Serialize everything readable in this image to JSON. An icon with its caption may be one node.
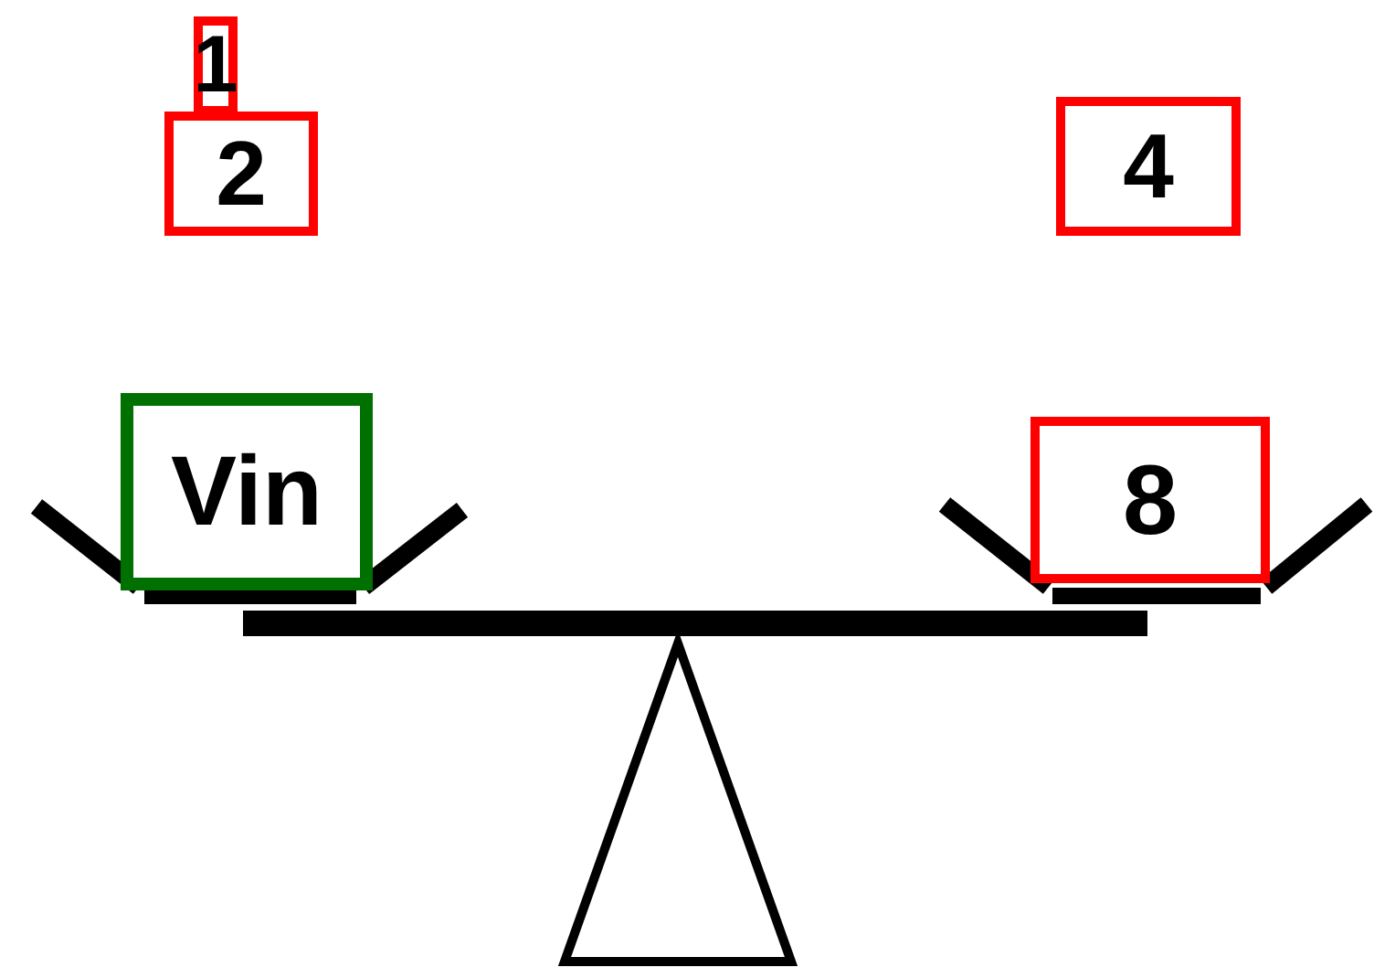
{
  "diagram": {
    "nodes": [
      {
        "text": [
          "1"
        ]
      },
      {
        "text": [
          "2"
        ]
      },
      {
        "text": [
          "4"
        ]
      },
      {
        "text": [
          "Vin"
        ]
      },
      {
        "text": [
          "8"
        ]
      }
    ]
  }
}
